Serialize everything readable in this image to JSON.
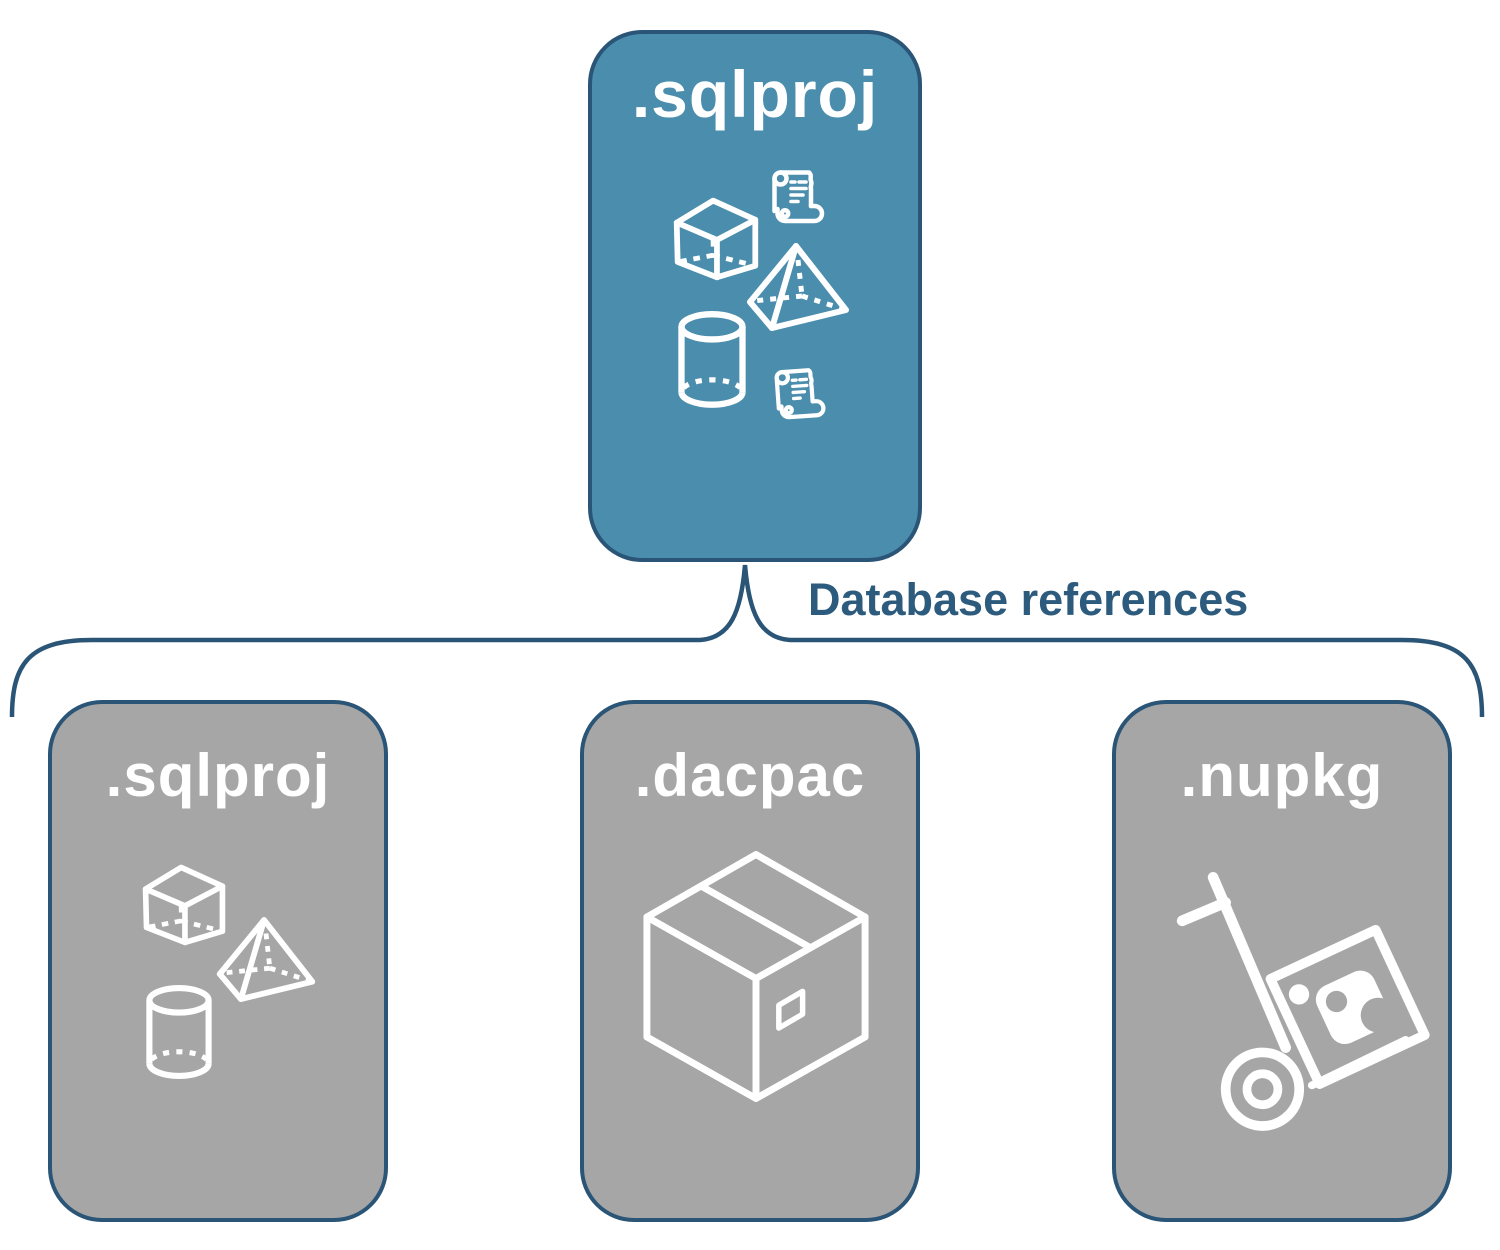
{
  "diagram": {
    "parent_card": {
      "label": ".sqlproj",
      "fill": "#4A8DAD",
      "icons": [
        "script-scroll-icon",
        "cube-icon",
        "pyramid-icon",
        "cylinder-icon",
        "script-scroll-icon"
      ]
    },
    "connector": {
      "label": "Database references",
      "text_color": "#2D5B7E",
      "line_color": "#2B5577"
    },
    "child_cards": [
      {
        "label": ".sqlproj",
        "fill": "#A6A6A6",
        "icons": [
          "cube-icon",
          "pyramid-icon",
          "cylinder-icon"
        ]
      },
      {
        "label": ".dacpac",
        "fill": "#A6A6A6",
        "icons": [
          "package-box-icon"
        ]
      },
      {
        "label": ".nupkg",
        "fill": "#A6A6A6",
        "icons": [
          "nuget-hand-truck-icon"
        ]
      }
    ],
    "colors": {
      "background": "#FFFFFF",
      "card_border": "#2B5577",
      "card_text": "#FFFFFF",
      "icon_stroke": "#FFFFFF"
    }
  }
}
